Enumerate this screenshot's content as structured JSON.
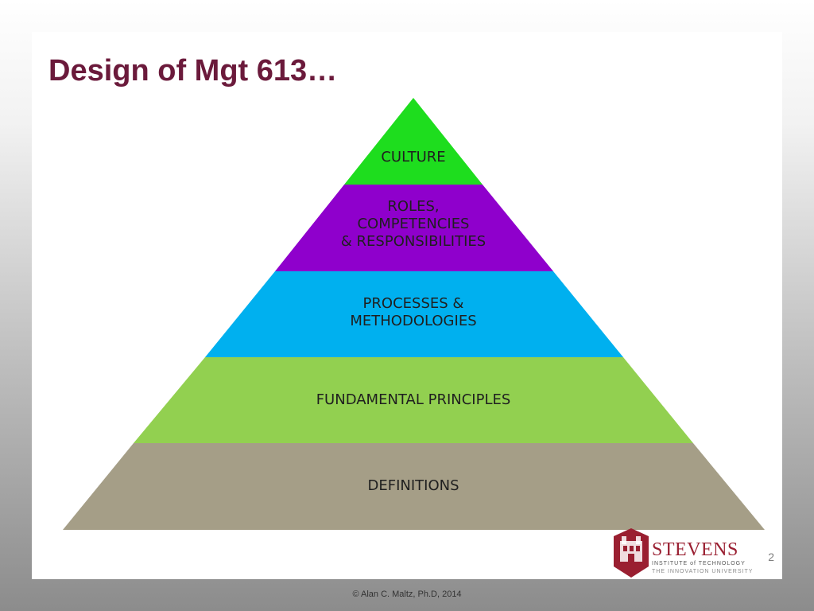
{
  "slide": {
    "title": "Design of Mgt 613…",
    "slide_number": "2",
    "footer": "© Alan C. Maltz, Ph.D, 2014"
  },
  "pyramid": {
    "tiers": [
      {
        "label": "CULTURE",
        "color": "#1edd1e"
      },
      {
        "label": "ROLES,\nCOMPETENCIES\n& RESPONSIBILITIES",
        "color": "#8f00cc"
      },
      {
        "label": "PROCESSES  &\nMETHODOLOGIES",
        "color": "#00b0ef"
      },
      {
        "label": "FUNDAMENTAL  PRINCIPLES",
        "color": "#92d050"
      },
      {
        "label": "DEFINITIONS",
        "color": "#a59e87"
      }
    ]
  },
  "logo": {
    "name": "STEVENS",
    "line1": "INSTITUTE of TECHNOLOGY",
    "line2": "THE INNOVATION UNIVERSITY",
    "brand_color": "#9a1f31"
  }
}
